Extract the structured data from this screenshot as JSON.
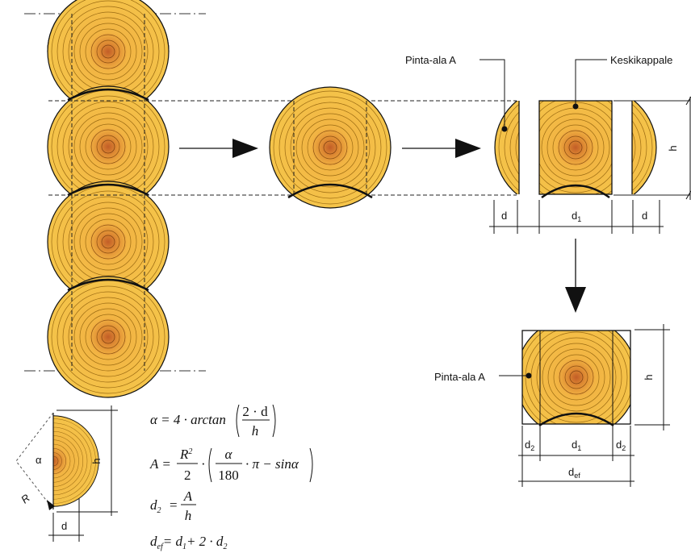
{
  "labels": {
    "pinta_ala_top": "Pinta-ala A",
    "keskikappale": "Keskikappale",
    "pinta_ala_bottom": "Pinta-ala A"
  },
  "dimensions": {
    "h_top": "h",
    "d_left": "d",
    "d1_top": "d",
    "d1_top_sub": "1",
    "d_right": "d",
    "h_bottom": "h",
    "d2_left": "d",
    "d2_left_sub": "2",
    "d1_bottom": "d",
    "d1_bottom_sub": "1",
    "d2_right": "d",
    "d2_right_sub": "2",
    "def": "d",
    "def_sub": "ef",
    "h_small": "h",
    "d_small": "d",
    "alpha": "α",
    "R": "R"
  },
  "formulas": {
    "f1_lhs": "α = 4 · arctan",
    "f1_num": "2 · d",
    "f1_den": "h",
    "f2_lhs": "A =",
    "f2_R": "R",
    "f2_exp": "2",
    "f2_two": "2",
    "f2_dot": "·",
    "f2_num": "α",
    "f2_den": "180",
    "f2_rest": "· π − sinα",
    "f3_lhs": "d",
    "f3_sub": "2",
    "f3_eq": "=",
    "f3_num": "A",
    "f3_den": "h",
    "f4": "d",
    "f4_sub": "ef",
    "f4_rest": "= d",
    "f4_sub1": "1",
    "f4_tail": "+ 2 · d",
    "f4_sub2": "2"
  },
  "colors": {
    "wood": "#f4c042",
    "wood_dark": "#d9a11e",
    "core": "#c8682a",
    "ring": "#9a6a12",
    "line": "#111111",
    "background": "#ffffff"
  }
}
